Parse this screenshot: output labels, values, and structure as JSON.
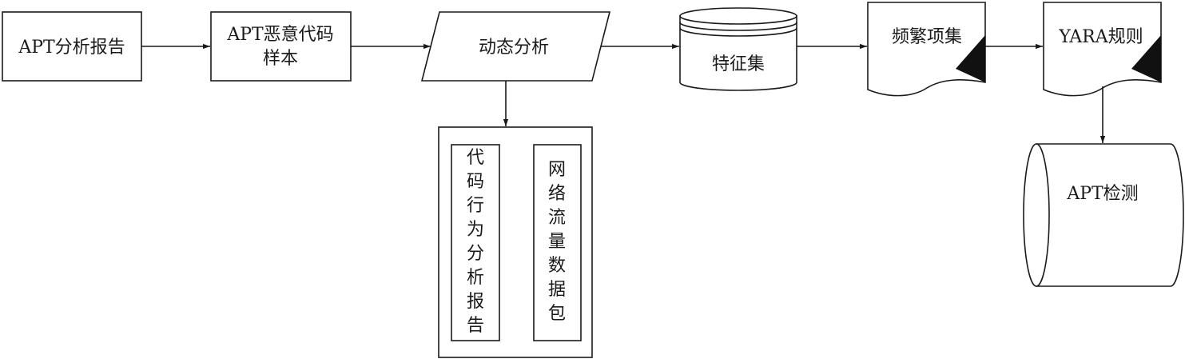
{
  "nodes": {
    "apt_report": {
      "label": "APT分析报告"
    },
    "apt_sample": {
      "line1": "APT恶意代码",
      "line2": "样本"
    },
    "dynamic_analysis": {
      "label": "动态分析"
    },
    "feature_set": {
      "label": "特征集"
    },
    "frequent_itemsets": {
      "label": "频繁项集"
    },
    "yara_rules": {
      "label": "YARA规则"
    },
    "apt_detection": {
      "label": "APT检测"
    },
    "code_behavior_report": {
      "chars": [
        "代",
        "码",
        "行",
        "为",
        "分",
        "析",
        "报",
        "告"
      ]
    },
    "network_packets": {
      "chars": [
        "网",
        "络",
        "流",
        "量",
        "数",
        "据",
        "包"
      ]
    }
  }
}
